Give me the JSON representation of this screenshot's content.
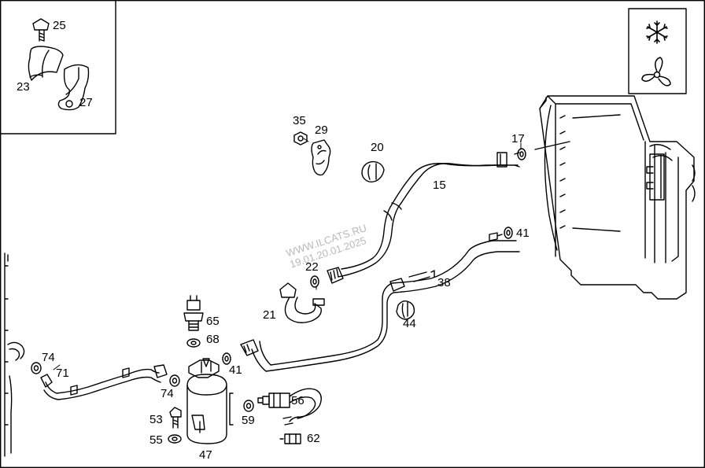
{
  "watermark": {
    "line1": "WWW.ILCATS.RU",
    "line2": "19.01.20.01.2025"
  },
  "icons": [
    "snowflake-icon",
    "fan-icon"
  ],
  "callouts": {
    "c25": "25",
    "c23": "23",
    "c27": "27",
    "c35": "35",
    "c29": "29",
    "c20": "20",
    "c17": "17",
    "c15": "15",
    "c41a": "41",
    "c22": "22",
    "c38": "38",
    "c21": "21",
    "c44": "44",
    "c65": "65",
    "c68": "68",
    "c74a": "74",
    "c71": "71",
    "c41b": "41",
    "c74b": "74",
    "c53": "53",
    "c55": "55",
    "c47": "47",
    "c59": "59",
    "c56": "56",
    "c62": "62"
  },
  "colors": {
    "line": "#000000",
    "watermark": "#b9b9b9",
    "background": "#ffffff"
  }
}
